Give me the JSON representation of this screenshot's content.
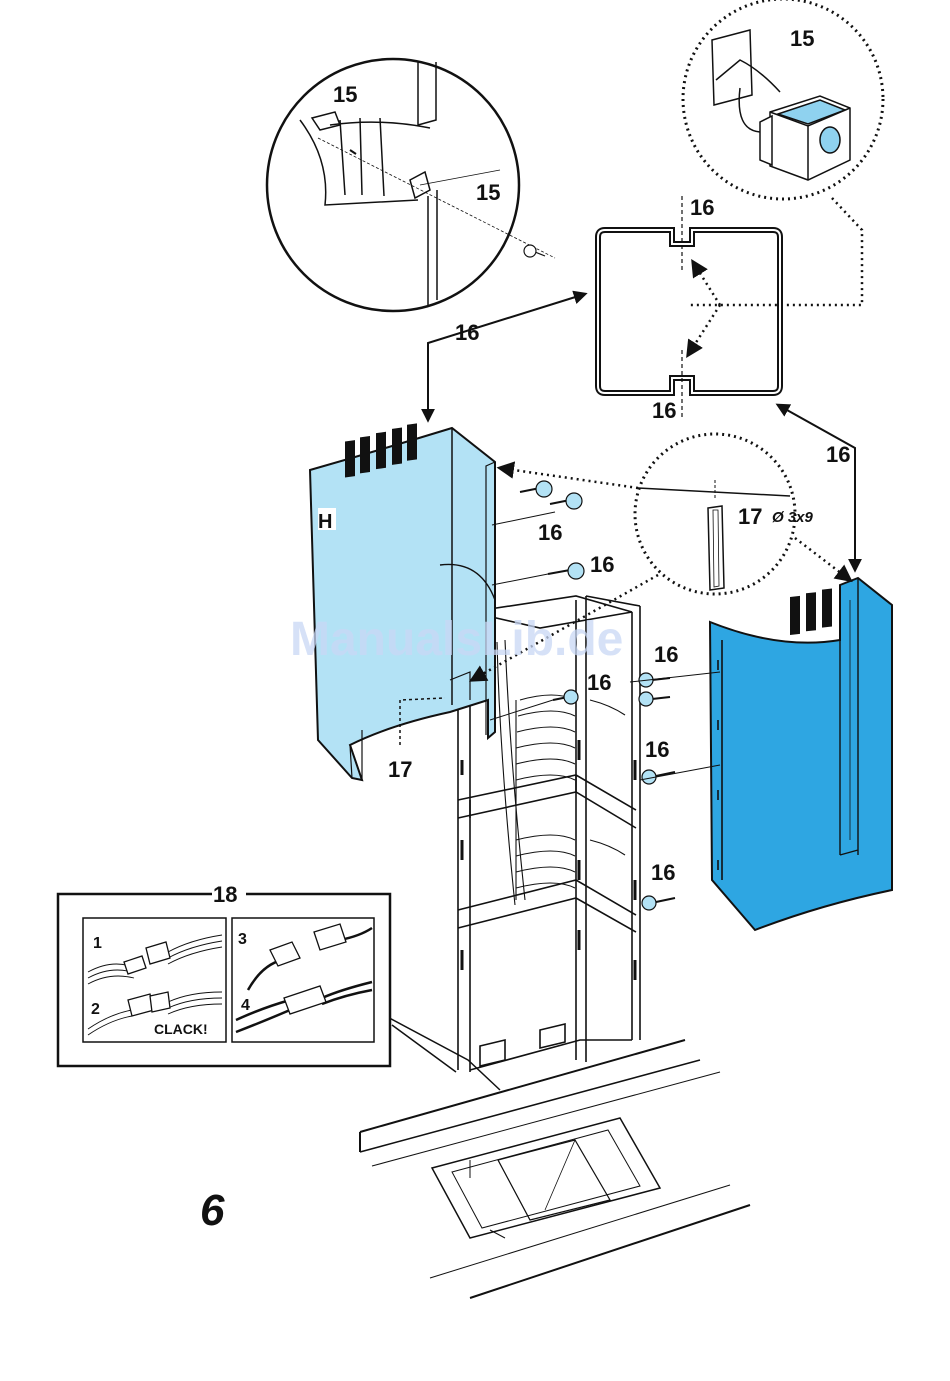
{
  "step_number": "6",
  "watermark": "ManualsLib.de",
  "callouts": {
    "c15_top_right": "15",
    "c15_left_a": "15",
    "c15_left_b": "15",
    "c16_profile_top": "16",
    "c16_profile_bottom": "16",
    "c16_left_arrow": "16",
    "c16_right_arrow": "16",
    "c16_screw_a": "16",
    "c16_screw_b": "16",
    "c16_screw_c": "16",
    "c16_screw_d": "16",
    "c16_screw_e": "16",
    "c16_screw_f": "16",
    "c17_detail": "17",
    "c17_size": "Ø 3x9",
    "c17_left": "17",
    "c18": "18",
    "panel_letter": "H"
  },
  "inset_18": {
    "step1": "1",
    "step2": "2",
    "step3": "3",
    "step4": "4",
    "clack": "CLACK!"
  },
  "colors": {
    "panel_left": "#b3e2f5",
    "panel_right": "#2ea6e2",
    "detail_fill": "#8fd2ef",
    "line": "#111111"
  }
}
